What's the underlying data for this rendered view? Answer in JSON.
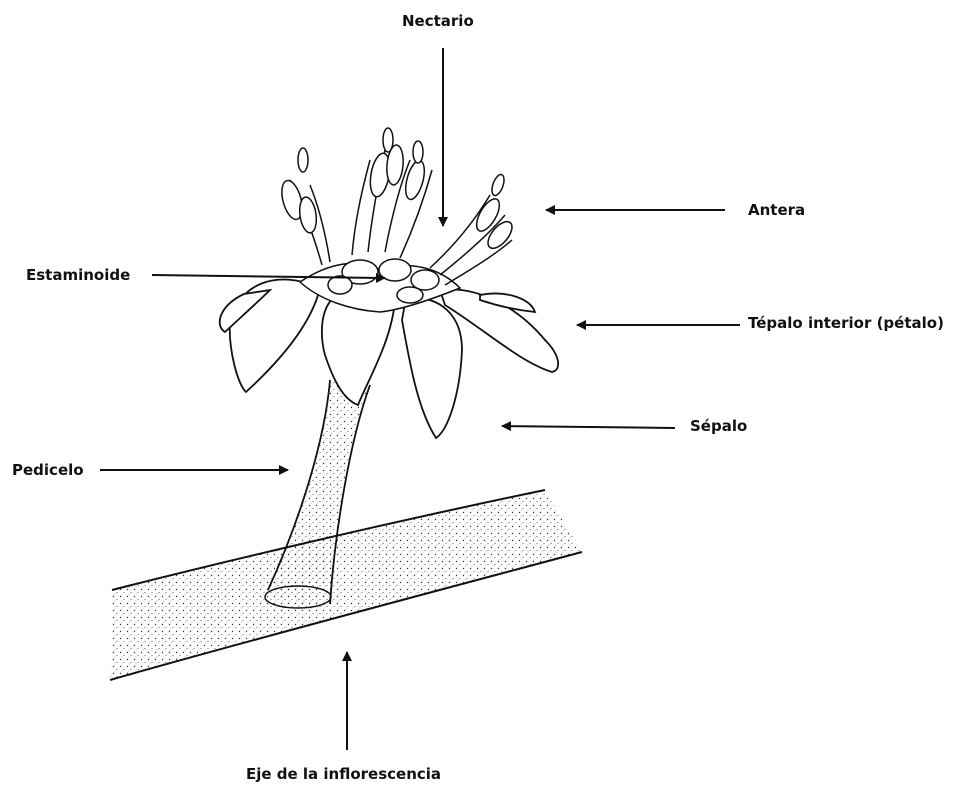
{
  "labels": {
    "nectario": "Nectario",
    "antera": "Antera",
    "estaminoide": "Estaminoide",
    "tepalo_interior": "Tépalo interior (pétalo)",
    "sepalo": "Sépalo",
    "pedicelo": "Pedicelo",
    "eje": "Eje de la inflorescencia"
  },
  "colors": {
    "ink": "#111111",
    "background": "#ffffff"
  }
}
